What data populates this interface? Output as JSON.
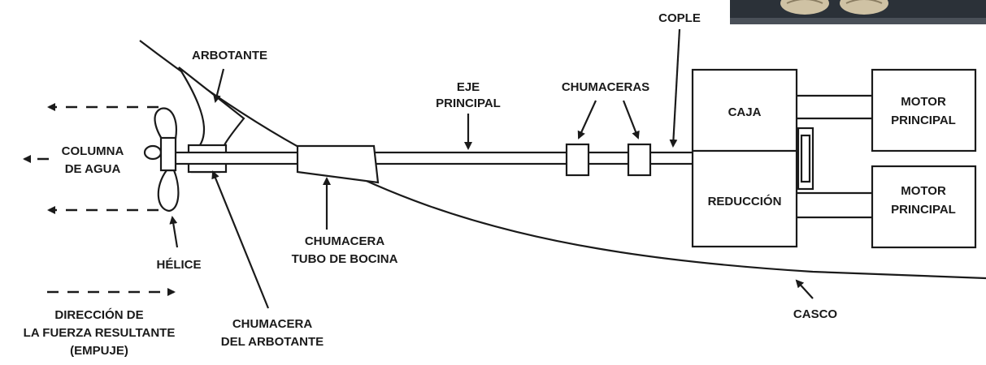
{
  "labels": {
    "arbotante": "ARBOTANTE",
    "eje_line1": "EJE",
    "eje_line2": "PRINCIPAL",
    "chumaceras": "CHUMACERAS",
    "cople": "COPLE",
    "caja": "CAJA",
    "reduccion": "REDUCCIÓN",
    "motor1_line1": "MOTOR",
    "motor1_line2": "PRINCIPAL",
    "motor2_line1": "MOTOR",
    "motor2_line2": "PRINCIPAL",
    "columna_line1": "COLUMNA",
    "columna_line2": "DE AGUA",
    "helice": "HÉLICE",
    "chumacera_tubo_line1": "CHUMACERA",
    "chumacera_tubo_line2": "TUBO DE BOCINA",
    "direccion_line1": "DIRECCIÓN DE",
    "direccion_line2": "LA FUERZA RESULTANTE",
    "direccion_line3": "(EMPUJE)",
    "chumacera_arb_line1": "CHUMACERA",
    "chumacera_arb_line2": "DEL ARBOTANTE",
    "casco": "CASCO"
  },
  "colors": {
    "ink": "#1a1a1a",
    "background": "#ffffff",
    "photo_dark": "#2b3138",
    "photo_light": "#cfc2a4"
  }
}
